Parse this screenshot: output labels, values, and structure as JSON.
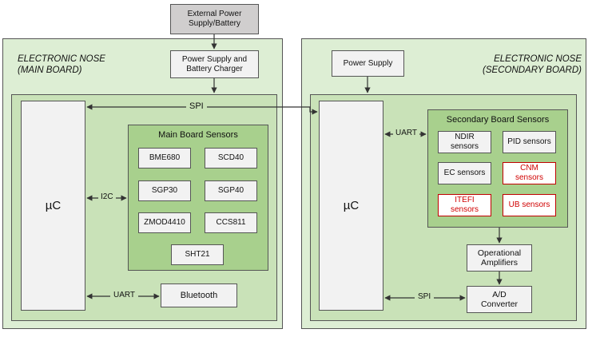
{
  "external_power": "External Power\nSupply/Battery",
  "main_board": {
    "title": "ELECTRONIC NOSE\n(MAIN BOARD)",
    "power": "Power Supply and\nBattery Charger",
    "uc": "µC",
    "sensors_title": "Main Board Sensors",
    "sensors": [
      "BME680",
      "SCD40",
      "SGP30",
      "SGP40",
      "ZMOD4410",
      "CCS811",
      "SHT21"
    ],
    "i2c": "I2C",
    "uart": "UART",
    "bluetooth": "Bluetooth"
  },
  "spi_top": "SPI",
  "secondary_board": {
    "title": "ELECTRONIC NOSE\n(SECONDARY BOARD)",
    "power": "Power Supply",
    "uc": "µC",
    "uart": "UART",
    "sensors_title": "Secondary Board Sensors",
    "sensors": [
      "NDIR\nsensors",
      "PID sensors",
      "EC sensors",
      "CNM\nsensors",
      "ITEFI\nsensors",
      "UB sensors"
    ],
    "opamp": "Operational\nAmplifiers",
    "adc": "A/D\nConverter",
    "spi": "SPI"
  },
  "colors": {
    "board_bg": "#ddeed4",
    "inner_bg": "#c9e2b8",
    "sensor_group_bg": "#a8d08d",
    "highlight_text": "#d00000"
  }
}
